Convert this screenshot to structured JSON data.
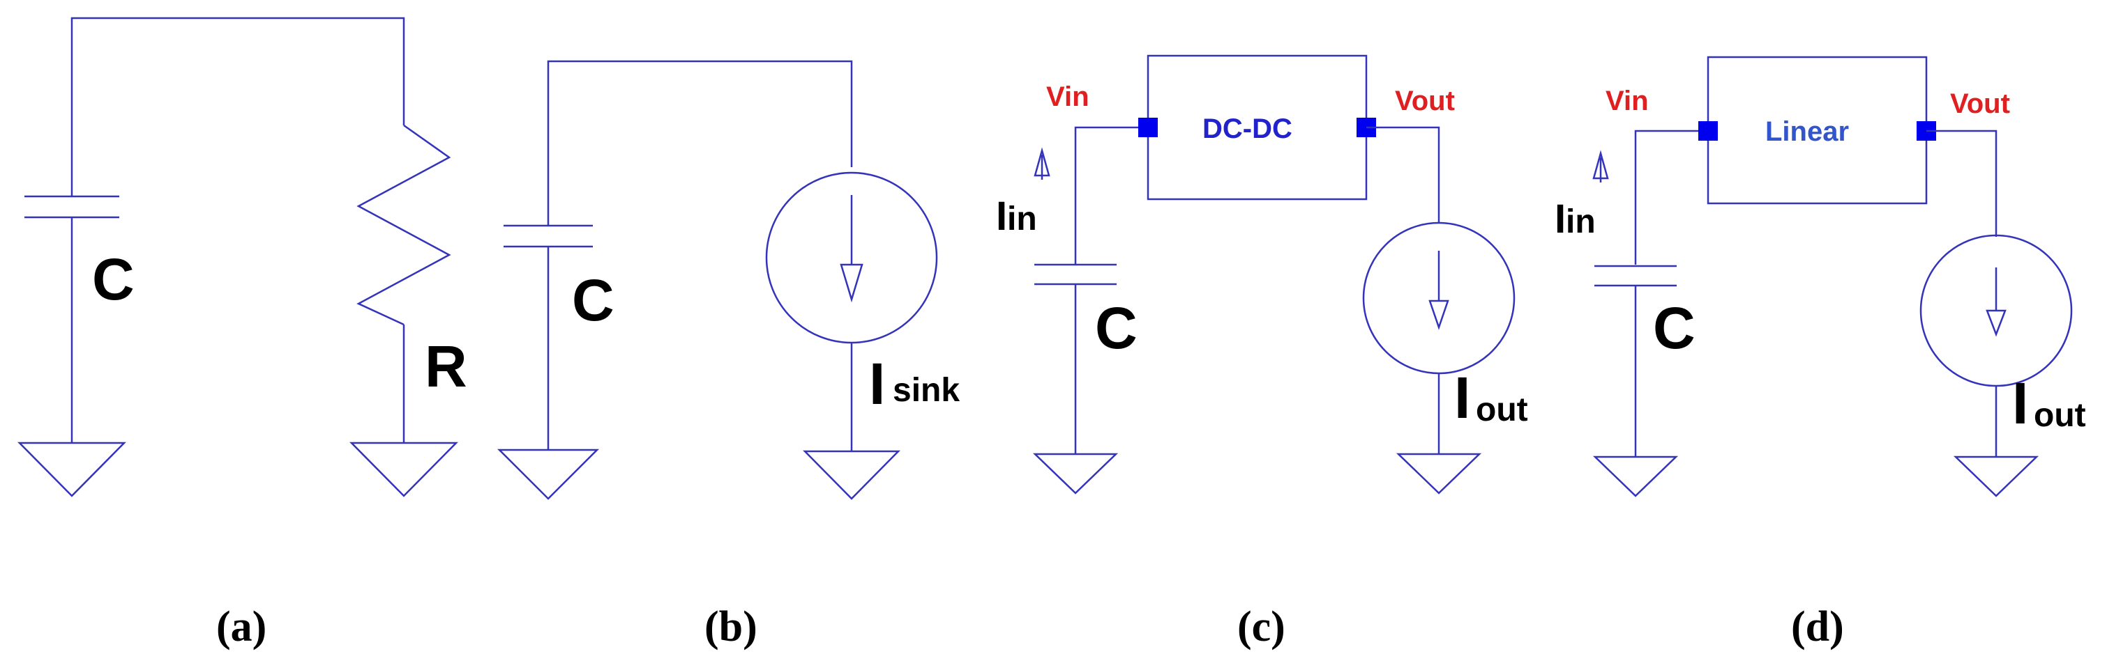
{
  "panels": {
    "a": {
      "caption": "(a)",
      "cap_label": "C",
      "res_label": "R"
    },
    "b": {
      "caption": "(b)",
      "cap_label": "C",
      "src_main": "I",
      "src_sub": "sink"
    },
    "c": {
      "caption": "(c)",
      "cap_label": "C",
      "box_label": "DC-DC",
      "vin": "Vin",
      "vout": "Vout",
      "iin_main": "I",
      "iin_sub": "in",
      "iout_main": "I",
      "iout_sub": "out"
    },
    "d": {
      "caption": "(d)",
      "cap_label": "C",
      "box_label": "Linear",
      "vin": "Vin",
      "vout": "Vout",
      "iin_main": "I",
      "iin_sub": "in",
      "iout_main": "I",
      "iout_sub": "out"
    }
  },
  "colors": {
    "wire": "#3333bb",
    "pin": "#0000ee",
    "voltage_label": "#e02020",
    "box_text": "#2222cc"
  }
}
